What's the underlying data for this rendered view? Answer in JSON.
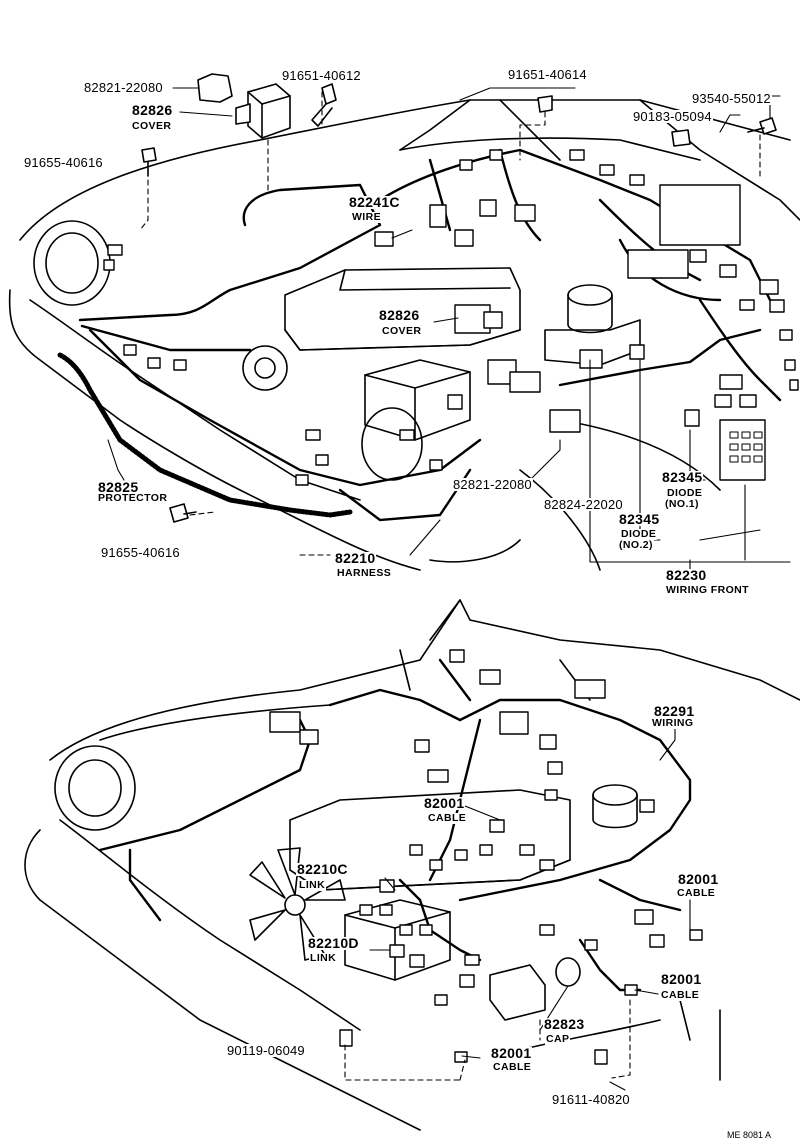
{
  "upper_callouts": {
    "p82821_22080_top": "82821-22080",
    "p82826_top": "82826",
    "cover_top": "COVER",
    "p91651_40612": "91651-40612",
    "p91651_40614": "91651-40614",
    "p93540_55012": "93540-55012",
    "p90183_05094": "90183-05094",
    "p91655_40616_top": "91655-40616",
    "p82241c": "82241C",
    "wire": "WIRE",
    "p82826_mid": "82826",
    "cover_mid": "COVER",
    "p82825": "82825",
    "protector": "PROTECTOR",
    "p82821_22080_mid": "82821-22080",
    "p82824_22020": "82824-22020",
    "p82345_no1": "82345",
    "diode_no1": "DIODE",
    "no1": "(NO.1)",
    "p82345_no2": "82345",
    "diode_no2": "DIODE",
    "no2": "(NO.2)",
    "p91655_40616_bottom": "91655-40616",
    "p82210": "82210",
    "harness": "HARNESS",
    "p82230": "82230",
    "wiring_front": "WIRING FRONT"
  },
  "lower_callouts": {
    "p82291": "82291",
    "wiring": "WIRING",
    "p82001_a": "82001",
    "cable_a": "CABLE",
    "p82210c": "82210C",
    "link_c": "LINK",
    "p82001_b": "82001",
    "cable_b": "CABLE",
    "p82210d": "82210D",
    "link_d": "LINK",
    "p82001_c": "82001",
    "cable_c": "CABLE",
    "p82823": "82823",
    "cap": "CAP",
    "p90119_06049": "90119-06049",
    "p82001_d": "82001",
    "cable_d": "CABLE",
    "p91611_40820": "91611-40820"
  },
  "footer": {
    "code": "ME 8081 A"
  }
}
